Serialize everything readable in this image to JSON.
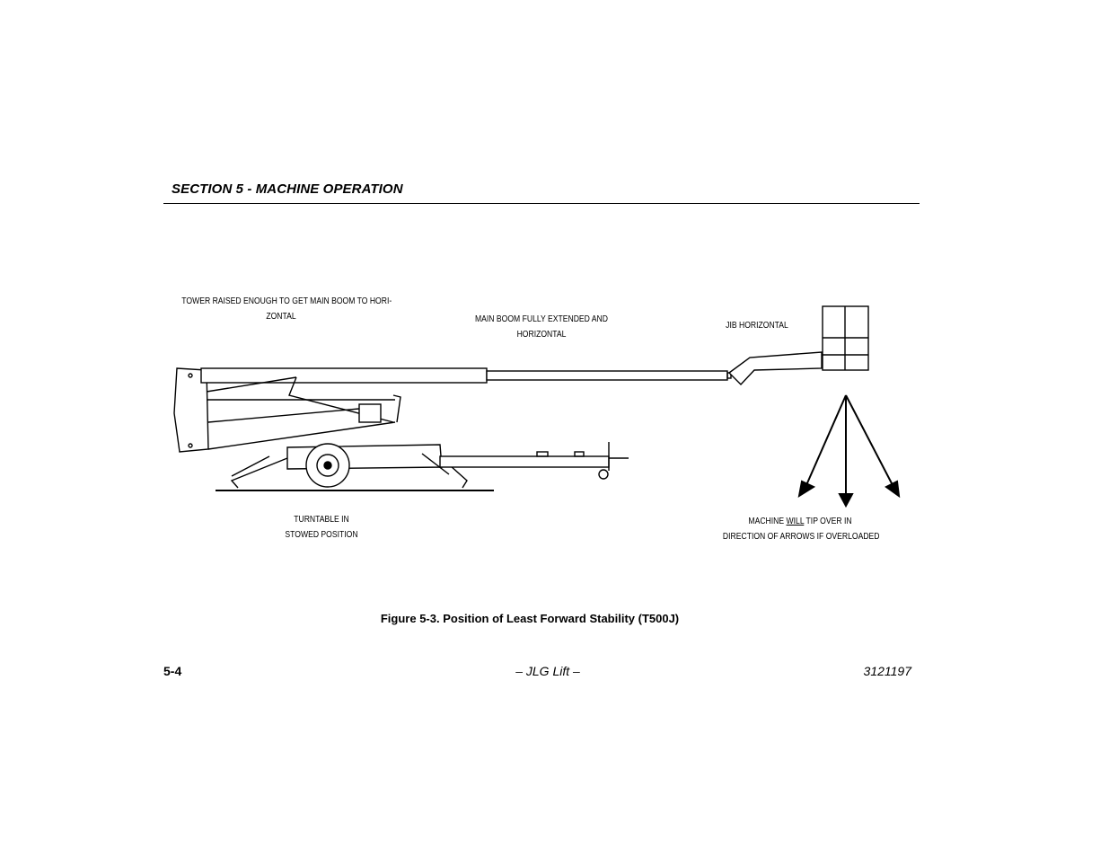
{
  "header": {
    "section_title": "SECTION 5 - MACHINE OPERATION"
  },
  "figure": {
    "labels": {
      "tower_line1": "TOWER RAISED ENOUGH TO GET MAIN BOOM TO HORI-",
      "tower_line2": "ZONTAL",
      "boom_line1": "MAIN BOOM FULLY EXTENDED AND",
      "boom_line2": "HORIZONTAL",
      "jib": "JIB HORIZONTAL",
      "turntable_line1": "TURNTABLE IN",
      "turntable_line2": "STOWED POSITION",
      "tip_prefix": "MACHINE ",
      "tip_will": "WILL",
      "tip_suffix": " TIP OVER IN",
      "tip_line2": "DIRECTION OF ARROWS IF OVERLOADED"
    },
    "caption": "Figure 5-3. Position of Least Forward Stability (T500J)"
  },
  "footer": {
    "page_number": "5-4",
    "publisher": "– JLG Lift –",
    "doc_number": "3121197"
  }
}
